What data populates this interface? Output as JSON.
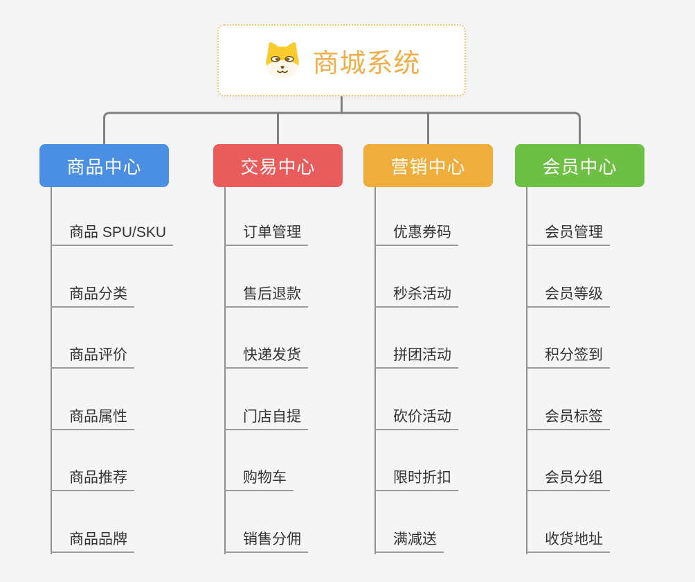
{
  "root": {
    "title": "商城系统",
    "icon": "shiba-dog-icon"
  },
  "theme": {
    "title_color": "#f1af4b",
    "root_border_color": "#f3c36f",
    "connector_color": "#7f7f7f",
    "leaf_text_color": "#333333",
    "background_color": "#f5f5f6"
  },
  "branches": [
    {
      "label": "商品中心",
      "color": "#4a8fe2",
      "items": [
        "商品 SPU/SKU",
        "商品分类",
        "商品评价",
        "商品属性",
        "商品推荐",
        "商品品牌"
      ]
    },
    {
      "label": "交易中心",
      "color": "#e95c5c",
      "items": [
        "订单管理",
        "售后退款",
        "快递发货",
        "门店自提",
        "购物车",
        "销售分佣"
      ]
    },
    {
      "label": "营销中心",
      "color": "#efad3c",
      "items": [
        "优惠券码",
        "秒杀活动",
        "拼团活动",
        "砍价活动",
        "限时折扣",
        "满减送"
      ]
    },
    {
      "label": "会员中心",
      "color": "#6ec044",
      "items": [
        "会员管理",
        "会员等级",
        "积分签到",
        "会员标签",
        "会员分组",
        "收货地址"
      ]
    }
  ]
}
